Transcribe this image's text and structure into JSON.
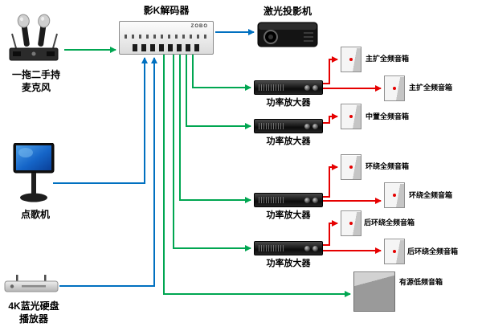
{
  "diagram": {
    "decoder": {
      "label": "影K解码器",
      "brand": "ZOBO"
    },
    "projector": {
      "label": "激光投影机"
    },
    "microphone": {
      "label_line1": "一拖二手持",
      "label_line2": "麦克风"
    },
    "karaoke": {
      "label": "点歌机"
    },
    "player": {
      "label_line1": "4K蓝光硬盘",
      "label_line2": "播放器"
    },
    "amplifiers": [
      {
        "label": "功率放大器"
      },
      {
        "label": "功率放大器"
      },
      {
        "label": "功率放大器"
      },
      {
        "label": "功率放大器"
      }
    ],
    "speakers": [
      {
        "label": "主扩全频音箱"
      },
      {
        "label": "主扩全频音箱"
      },
      {
        "label": "中置全频音箱"
      },
      {
        "label": "环绕全频音箱"
      },
      {
        "label": "环绕全频音箱"
      },
      {
        "label": "后环绕全频音箱"
      },
      {
        "label": "后环绕全频音箱"
      }
    ],
    "subwoofer": {
      "label": "有源低频音箱"
    },
    "connections": [
      {
        "from": "microphone",
        "to": "decoder",
        "color": "green"
      },
      {
        "from": "karaoke",
        "to": "decoder",
        "color": "blue"
      },
      {
        "from": "player",
        "to": "decoder",
        "color": "blue"
      },
      {
        "from": "decoder",
        "to": "projector",
        "color": "blue"
      },
      {
        "from": "decoder",
        "to": "amplifier-1",
        "color": "green"
      },
      {
        "from": "decoder",
        "to": "amplifier-2",
        "color": "green"
      },
      {
        "from": "decoder",
        "to": "amplifier-3",
        "color": "green"
      },
      {
        "from": "decoder",
        "to": "amplifier-4",
        "color": "green"
      },
      {
        "from": "decoder",
        "to": "subwoofer",
        "color": "green"
      },
      {
        "from": "amplifier-1",
        "to": "speaker-1",
        "color": "red"
      },
      {
        "from": "amplifier-1",
        "to": "speaker-2",
        "color": "red"
      },
      {
        "from": "amplifier-2",
        "to": "speaker-3",
        "color": "red"
      },
      {
        "from": "amplifier-3",
        "to": "speaker-4",
        "color": "red"
      },
      {
        "from": "amplifier-3",
        "to": "speaker-5",
        "color": "red"
      },
      {
        "from": "amplifier-4",
        "to": "speaker-6",
        "color": "red"
      },
      {
        "from": "amplifier-4",
        "to": "speaker-7",
        "color": "red"
      }
    ]
  },
  "colors": {
    "signal_green": "#00a651",
    "signal_blue": "#0070c0",
    "signal_red": "#e60000"
  }
}
